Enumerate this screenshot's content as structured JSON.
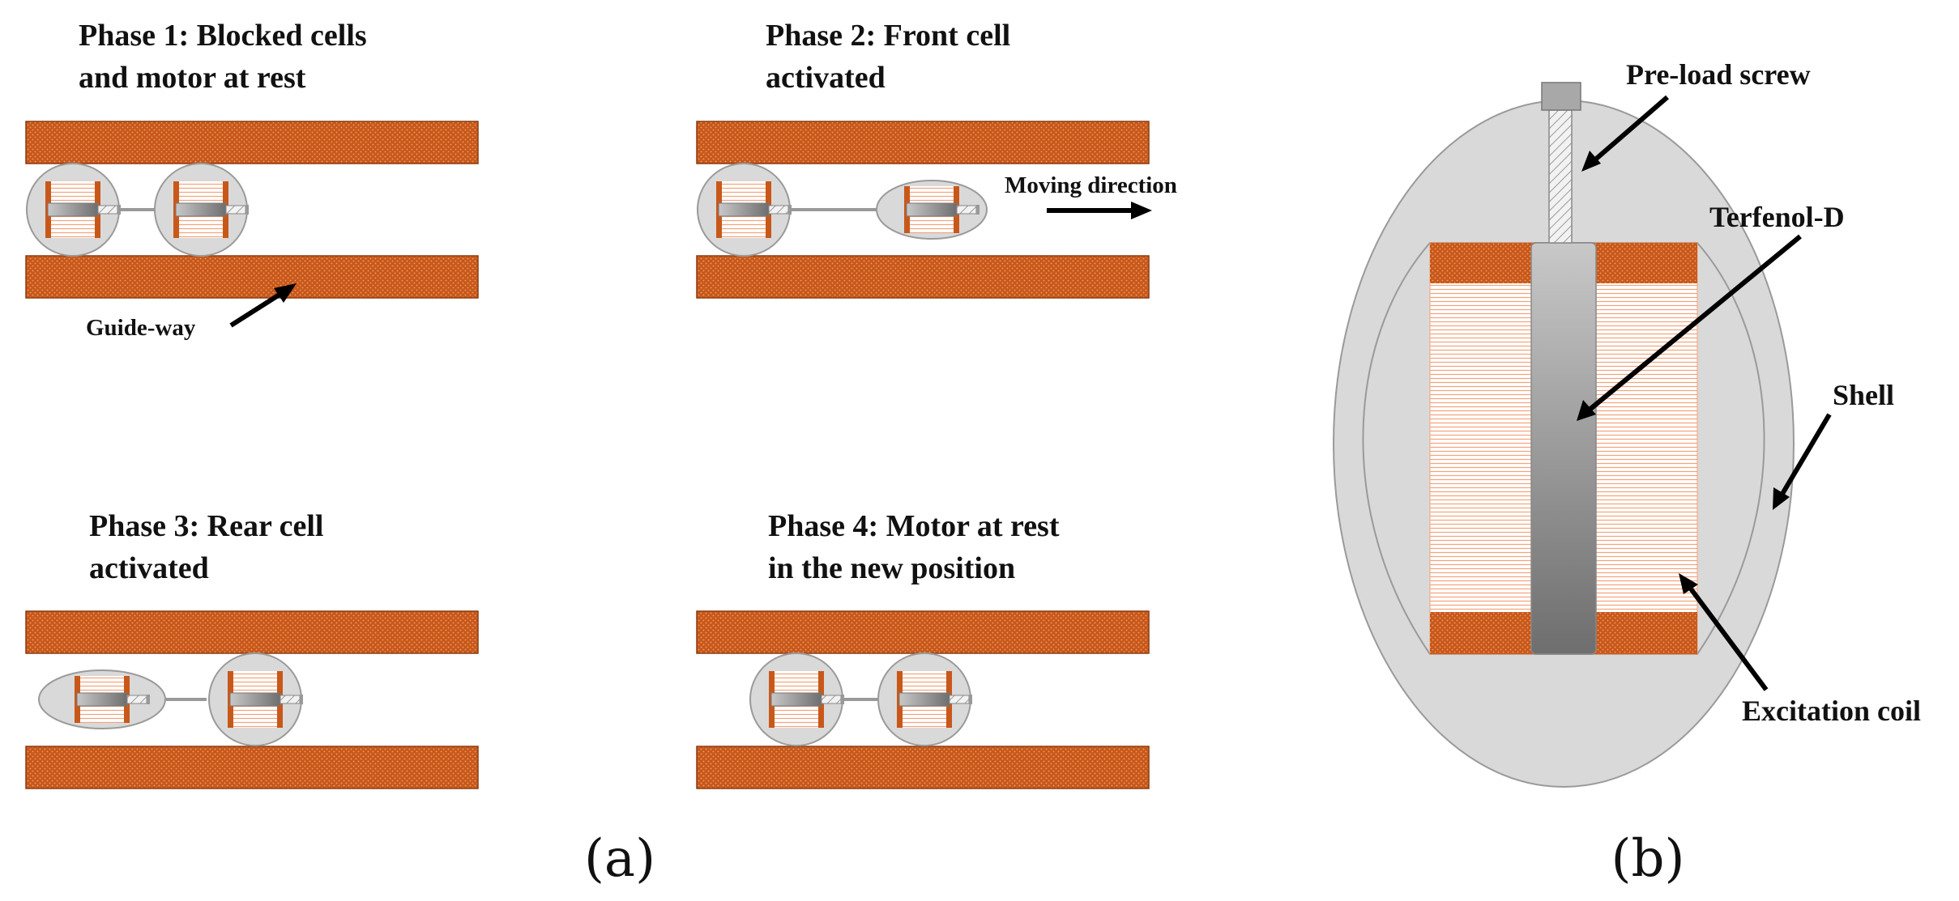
{
  "phases": [
    {
      "line1": "Phase 1: Blocked cells",
      "line2": "and motor at rest"
    },
    {
      "line1": "Phase 2: Front cell",
      "line2": "activated"
    },
    {
      "line1": "Phase 3: Rear cell",
      "line2": "activated"
    },
    {
      "line1": "Phase 4: Motor at rest",
      "line2": "in the new position"
    }
  ],
  "labels": {
    "guide_way": "Guide-way",
    "moving_direction": "Moving direction",
    "preload_screw": "Pre-load screw",
    "terfenol": "Terfenol-D",
    "shell": "Shell",
    "excitation_coil": "Excitation coil"
  },
  "panel_labels": {
    "a": "(a)",
    "b": "(b)"
  },
  "colors": {
    "guideway": "#c8581a",
    "coil_end": "#c8581a",
    "coil_wire": "#f4a27a",
    "shell": "#d9d9d9",
    "shell_stroke": "#9a9a9a",
    "rod_light": "#c8c8c8",
    "rod_dark": "#6e6e6e"
  }
}
